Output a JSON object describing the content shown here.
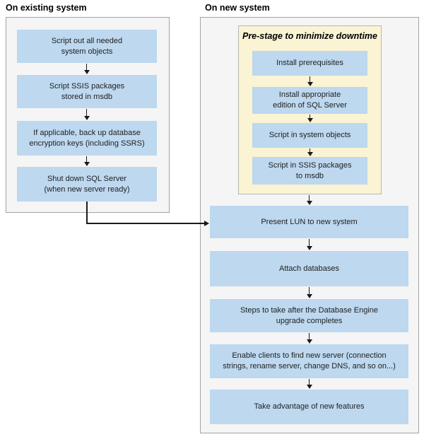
{
  "colors": {
    "box_blue": "#BDD8EF",
    "panel_bg": "#F5F5F5",
    "panel_border": "#A3A3A3",
    "prestage_bg": "#FAF3D4",
    "prestage_border": "#B8B8AE",
    "arrow": "#1A1A1A",
    "text": "#1F1F1F",
    "heading_text": "#000000"
  },
  "left_column": {
    "heading": "On existing system",
    "steps": [
      {
        "label": "Script out all needed\nsystem objects"
      },
      {
        "label": "Script SSIS packages\nstored in msdb"
      },
      {
        "label": "If applicable, back up database\nencryption keys (including SSRS)"
      },
      {
        "label": "Shut down SQL Server\n(when new server ready)"
      }
    ]
  },
  "right_column": {
    "heading": "On new system",
    "prestage": {
      "title": "Pre-stage to minimize downtime",
      "steps": [
        {
          "label": "Install prerequisites"
        },
        {
          "label": "Install appropriate\nedition of SQL Server"
        },
        {
          "label": "Script in system objects"
        },
        {
          "label": "Script in SSIS packages\nto msdb"
        }
      ]
    },
    "steps": [
      {
        "label": "Present LUN to new system"
      },
      {
        "label": "Attach databases"
      },
      {
        "label": "Steps to take after the Database Engine\nupgrade completes"
      },
      {
        "label": "Enable clients to find new server (connection\nstrings, rename server, change DNS, and so on...)"
      },
      {
        "label": "Take advantage of new features"
      }
    ]
  }
}
